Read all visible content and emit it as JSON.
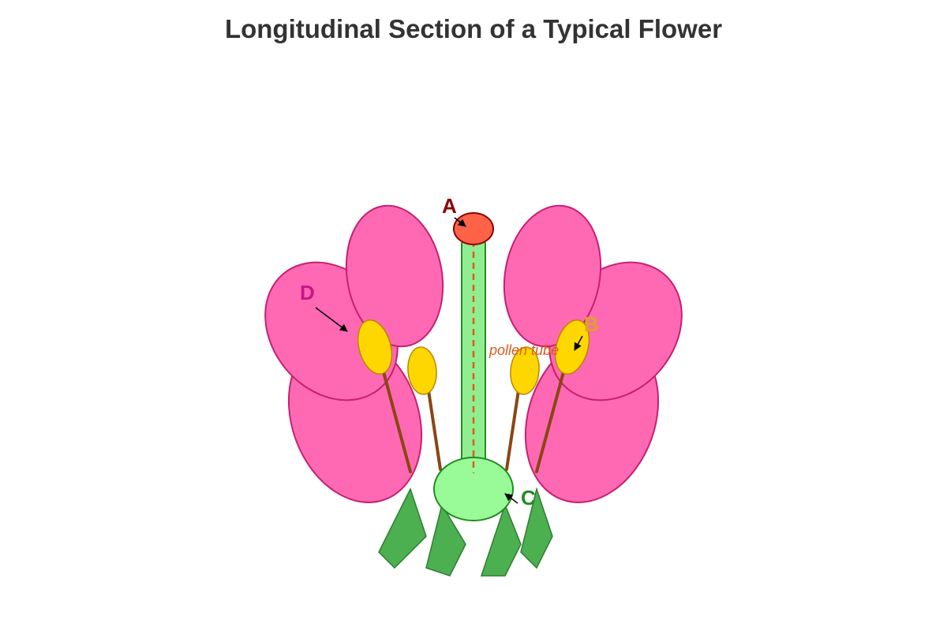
{
  "title": "Longitudinal Section of a Typical Flower",
  "labels": {
    "a": "A",
    "b": "B",
    "c": "C",
    "d": "D",
    "pollen_tube": "pollen tube"
  },
  "colors": {
    "petal": "#ff69b4",
    "petal_stroke": "#c71f6e",
    "stigma": "#ff6347",
    "stigma_stroke": "#8b0000",
    "style": "#90ee90",
    "style_stroke": "#228b22",
    "ovary": "#98fb98",
    "anther": "#ffd700",
    "anther_stroke": "#b8860b",
    "filament": "#8b4513",
    "sepal": "#4caf50",
    "sepal_stroke": "#2e7d32",
    "pollen_tube": "#e05a1a",
    "label_a": "#8b0000",
    "label_b": "#daa520",
    "label_c": "#228b22",
    "label_d": "#c71585"
  }
}
